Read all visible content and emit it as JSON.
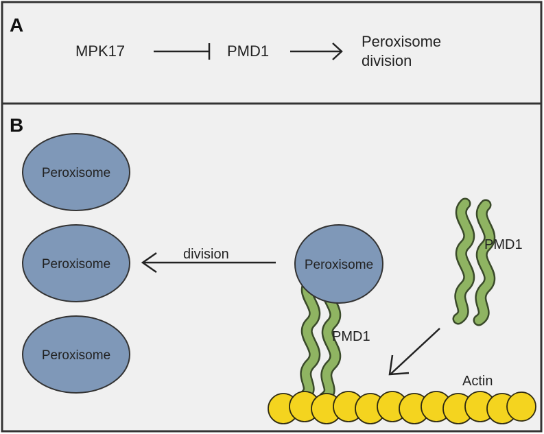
{
  "panel_a": {
    "label": "A",
    "nodes": {
      "mpk17": "MPK17",
      "pmd1": "PMD1",
      "outcome_line1": "Peroxisome",
      "outcome_line2": "division"
    }
  },
  "panel_b": {
    "label": "B",
    "divided_peroxisomes": [
      "Peroxisome",
      "Peroxisome",
      "Peroxisome"
    ],
    "parent_peroxisome": "Peroxisome",
    "division_label": "division",
    "pmd1_bound_label": "PMD1",
    "pmd1_free_label": "PMD1",
    "actin_label": "Actin"
  },
  "colors": {
    "panel_background": "#f0f0f0",
    "border": "#333333",
    "peroxisome_fill": "#7f98b8",
    "pmd1_coil_fill": "#8fb462",
    "pmd1_coil_outline": "#3a4a2a",
    "actin_bead_fill": "#f4d41f",
    "actin_bead_outline": "#2e2a12",
    "text": "#222222"
  }
}
